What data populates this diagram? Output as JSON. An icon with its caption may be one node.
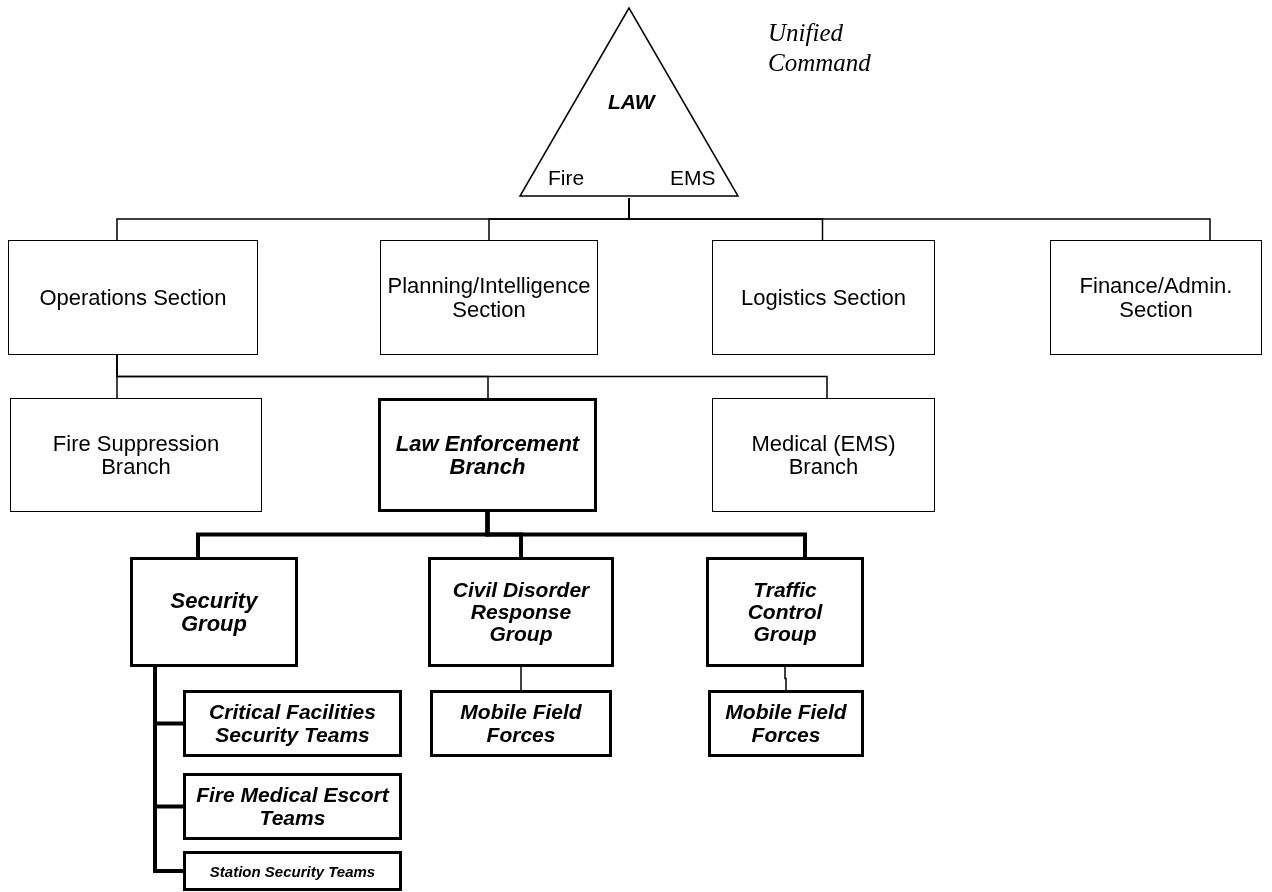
{
  "diagram": {
    "nodes": [
      {
        "text": [
          "LAW",
          "Fire",
          "EMS"
        ],
        "beside": [
          "Unified Command"
        ]
      },
      {
        "text": [
          "Operations Section"
        ]
      },
      {
        "text": [
          "Planning/Intelligence Section"
        ]
      },
      {
        "text": [
          "Logistics Section"
        ]
      },
      {
        "text": [
          "Finance/Admin. Section"
        ]
      },
      {
        "text": [
          "Fire Suppression Branch"
        ]
      },
      {
        "text": [
          "Law Enforcement Branch"
        ]
      },
      {
        "text": [
          "Medical (EMS) Branch"
        ]
      },
      {
        "text": [
          "Security Group"
        ]
      },
      {
        "text": [
          "Civil Disorder Response Group"
        ]
      },
      {
        "text": [
          "Traffic Control Group"
        ]
      },
      {
        "text": [
          "Critical Facilities Security Teams"
        ]
      },
      {
        "text": [
          "Fire Medical Escort Teams"
        ]
      },
      {
        "text": [
          "Station Security Teams"
        ]
      },
      {
        "text": [
          "Mobile Field Forces"
        ]
      },
      {
        "text": [
          "Mobile Field Forces"
        ]
      }
    ],
    "edges": [
      {
        "from": 0,
        "to": 1,
        "arrow": "none"
      },
      {
        "from": 0,
        "to": 2,
        "arrow": "none"
      },
      {
        "from": 0,
        "to": 3,
        "arrow": "none"
      },
      {
        "from": 0,
        "to": 4,
        "arrow": "none"
      },
      {
        "from": 1,
        "to": 5,
        "arrow": "none"
      },
      {
        "from": 1,
        "to": 6,
        "arrow": "none"
      },
      {
        "from": 1,
        "to": 7,
        "arrow": "none"
      },
      {
        "from": 6,
        "to": 8,
        "arrow": "none",
        "style": "thick"
      },
      {
        "from": 6,
        "to": 9,
        "arrow": "none",
        "style": "thick"
      },
      {
        "from": 6,
        "to": 10,
        "arrow": "none",
        "style": "thick"
      },
      {
        "from": 8,
        "to": 11,
        "arrow": "none",
        "style": "thick"
      },
      {
        "from": 8,
        "to": 12,
        "arrow": "none",
        "style": "thick"
      },
      {
        "from": 8,
        "to": 13,
        "arrow": "none",
        "style": "thick"
      },
      {
        "from": 9,
        "to": 14,
        "arrow": "none"
      },
      {
        "from": 10,
        "to": 15,
        "arrow": "none"
      }
    ]
  }
}
